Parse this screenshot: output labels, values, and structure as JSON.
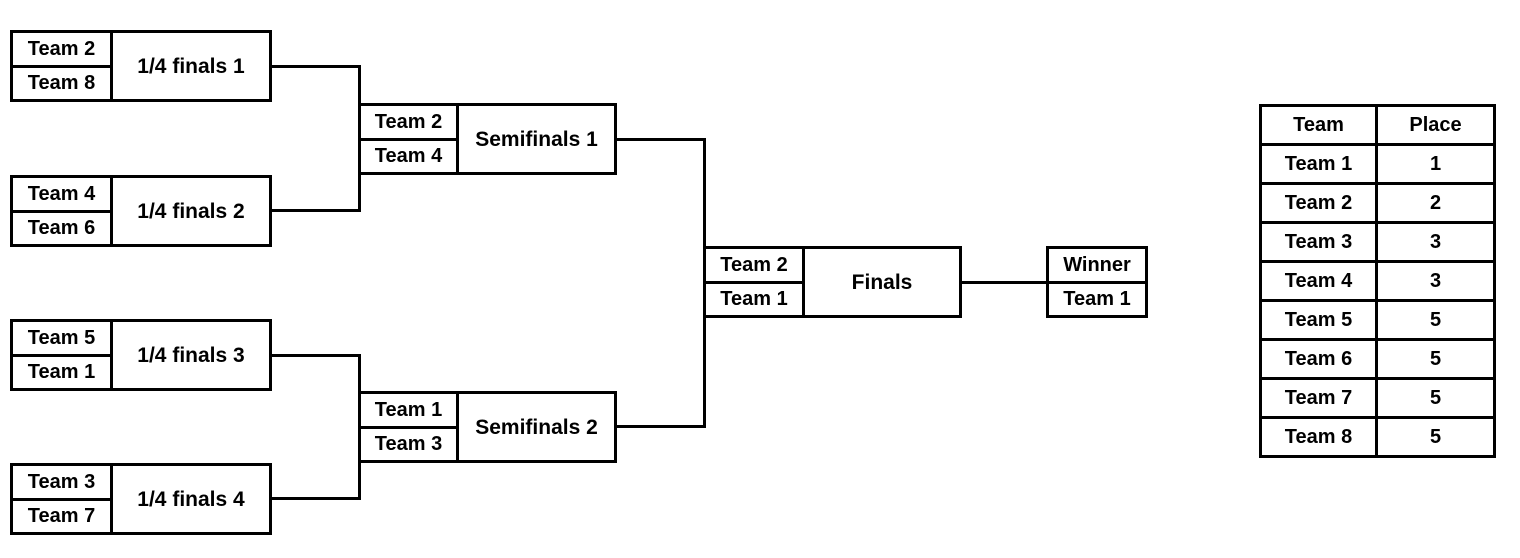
{
  "bracket": {
    "rounds": [
      {
        "name": "quarterfinals",
        "matches": [
          {
            "label": "1/4 finals 1",
            "team_top": "Team 2",
            "team_bottom": "Team 8"
          },
          {
            "label": "1/4 finals 2",
            "team_top": "Team 4",
            "team_bottom": "Team 6"
          },
          {
            "label": "1/4 finals 3",
            "team_top": "Team 5",
            "team_bottom": "Team 1"
          },
          {
            "label": "1/4 finals 4",
            "team_top": "Team 3",
            "team_bottom": "Team 7"
          }
        ]
      },
      {
        "name": "semifinals",
        "matches": [
          {
            "label": "Semifinals 1",
            "team_top": "Team 2",
            "team_bottom": "Team 4"
          },
          {
            "label": "Semifinals 2",
            "team_top": "Team 1",
            "team_bottom": "Team 3"
          }
        ]
      },
      {
        "name": "finals",
        "matches": [
          {
            "label": "Finals",
            "team_top": "Team 2",
            "team_bottom": "Team 1"
          }
        ]
      }
    ],
    "winner": {
      "heading": "Winner",
      "team": "Team 1"
    }
  },
  "results": {
    "columns": [
      "Team",
      "Place"
    ],
    "rows": [
      {
        "team": "Team 1",
        "place": "1"
      },
      {
        "team": "Team 2",
        "place": "2"
      },
      {
        "team": "Team 3",
        "place": "3"
      },
      {
        "team": "Team 4",
        "place": "3"
      },
      {
        "team": "Team 5",
        "place": "5"
      },
      {
        "team": "Team 6",
        "place": "5"
      },
      {
        "team": "Team 7",
        "place": "5"
      },
      {
        "team": "Team 8",
        "place": "5"
      }
    ]
  },
  "style": {
    "line_color": "#000000",
    "text_color": "#000000",
    "background": "#ffffff"
  }
}
